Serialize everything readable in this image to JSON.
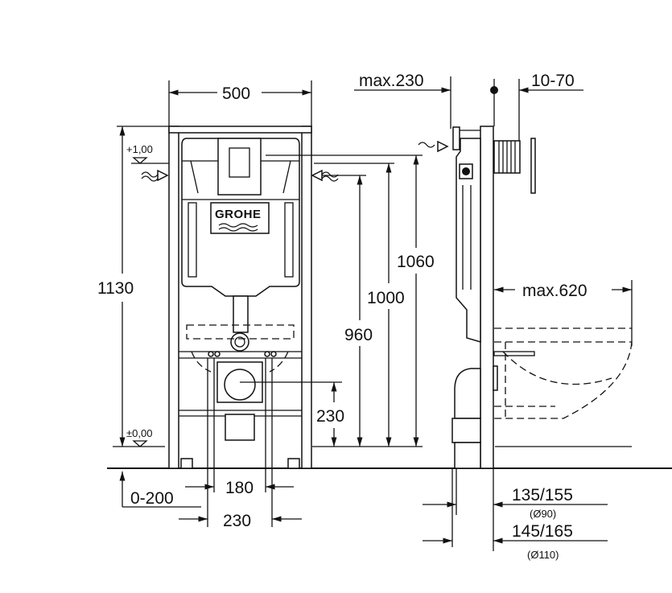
{
  "title": "GROHE wall-hung WC installation frame - dimension drawing",
  "brand": "GROHE",
  "front_view": {
    "width": "500",
    "height_total": "1130",
    "level_top": "+1,00",
    "level_floor": "±0,00",
    "h1060": "1060",
    "h1000": "1000",
    "h960": "960",
    "h230": "230",
    "w180": "180",
    "w230": "230",
    "offset": "0-200"
  },
  "side_view": {
    "max230": "max.230",
    "range10_70": "10-70",
    "max620": "max.620",
    "d135": "135/155",
    "d135_note": "(Ø90)",
    "d145": "145/165",
    "d145_note": "(Ø110)"
  }
}
